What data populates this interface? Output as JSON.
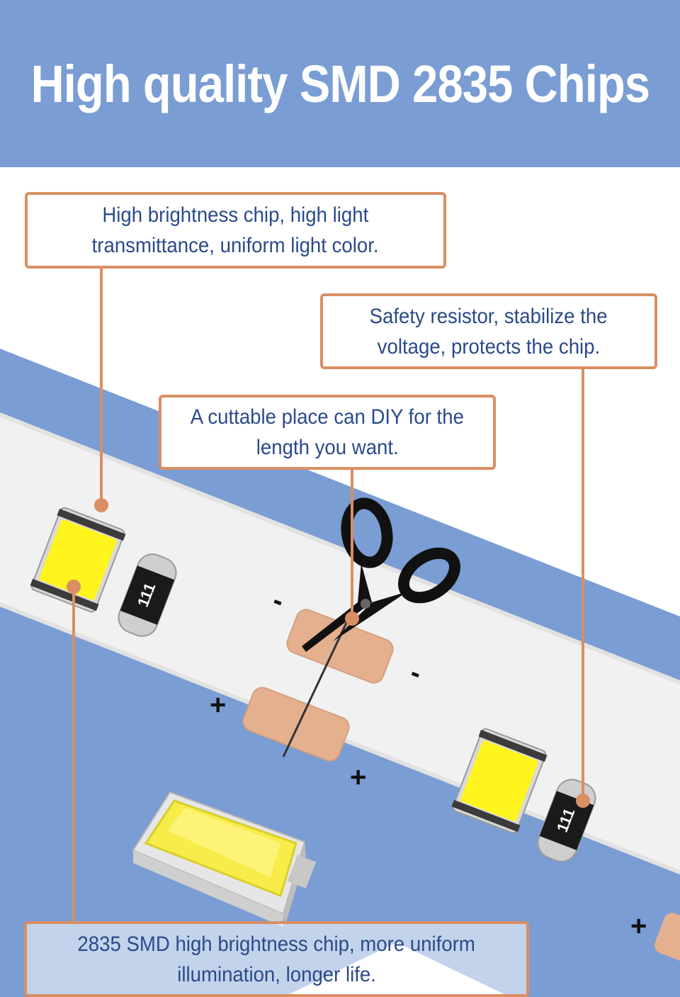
{
  "header": {
    "title": "High quality SMD 2835 Chips",
    "background_color": "#7a9dd3"
  },
  "callouts": {
    "brightness": {
      "line1": "High brightness chip, high light",
      "line2": "transmittance, uniform light color."
    },
    "resistor": {
      "line1": "Safety resistor, stabilize the",
      "line2": "voltage, protects the chip."
    },
    "cut": {
      "line1": "A cuttable place can DIY for the",
      "line2": "length you want."
    },
    "smd": {
      "line1": "2835 SMD high brightness chip, more uniform",
      "line2": "illumination, longer life."
    }
  },
  "strip": {
    "resistor_code": "111",
    "minus_sign": "-",
    "plus_sign": "+"
  },
  "colors": {
    "accent_border": "#d98f63",
    "text_blue": "#2b4a8a",
    "band_blue": "#7a9dd3",
    "led_yellow": "#fff41c",
    "copper_pad": "#e5b08e"
  },
  "icons": [
    "scissors-icon",
    "led-chip-icon",
    "resistor-icon"
  ]
}
